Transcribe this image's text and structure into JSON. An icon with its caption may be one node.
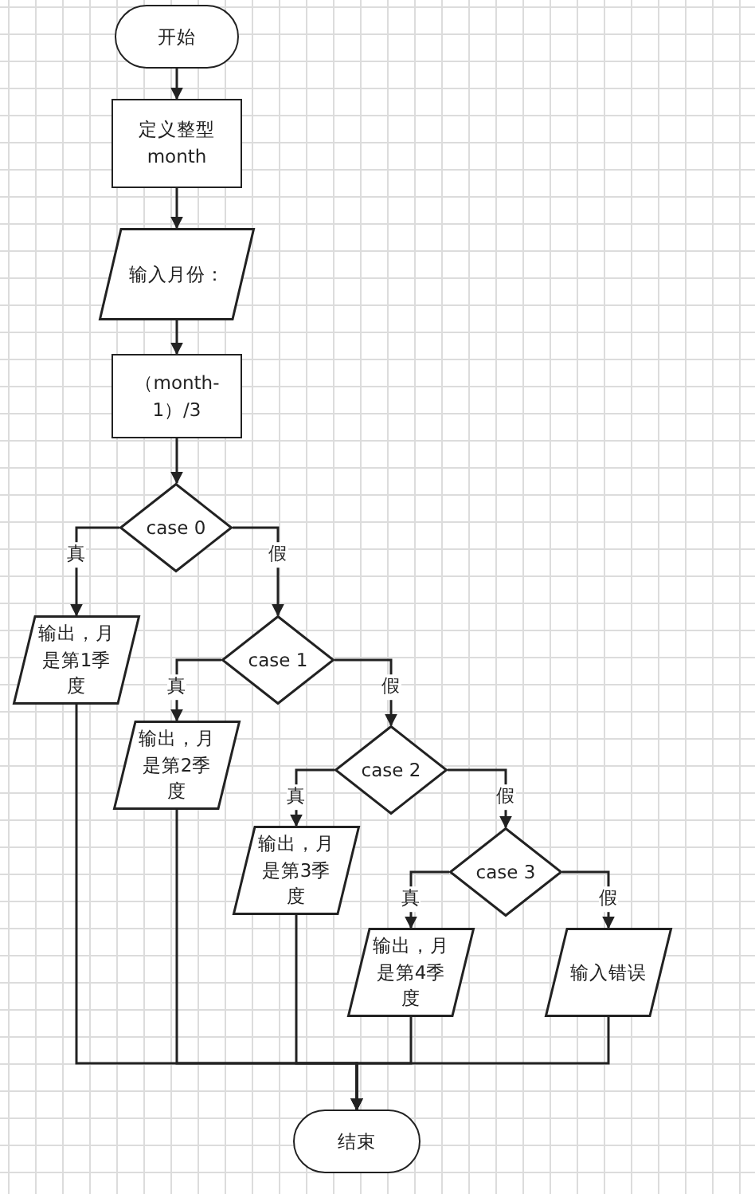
{
  "diagram": {
    "nodes": [
      {
        "text": [
          "开始"
        ]
      },
      {
        "text": [
          "定义整型 month"
        ]
      },
      {
        "text": [
          "输入月份："
        ]
      },
      {
        "text": [
          "（month-1）/3"
        ]
      },
      {
        "text": [
          "case 0"
        ]
      },
      {
        "text": [
          "输出，月是第1季度"
        ]
      },
      {
        "text": [
          "case 1"
        ]
      },
      {
        "text": [
          "输出，月是第2季度"
        ]
      },
      {
        "text": [
          "case 2"
        ]
      },
      {
        "text": [
          "输出，月是第3季度"
        ]
      },
      {
        "text": [
          "case 3"
        ]
      },
      {
        "text": [
          "输出，月是第4季度"
        ]
      },
      {
        "text": [
          "输入错误"
        ]
      },
      {
        "text": [
          "结束"
        ]
      }
    ],
    "edges": [
      {
        "from": 0,
        "to": 1,
        "arrow": "to"
      },
      {
        "from": 1,
        "to": 2,
        "arrow": "to"
      },
      {
        "from": 2,
        "to": 3,
        "arrow": "to"
      },
      {
        "from": 3,
        "to": 4,
        "arrow": "to"
      },
      {
        "from": 4,
        "to": 5,
        "arrow": "to",
        "label": "真"
      },
      {
        "from": 4,
        "to": 6,
        "arrow": "to",
        "label": "假"
      },
      {
        "from": 6,
        "to": 7,
        "arrow": "to",
        "label": "真"
      },
      {
        "from": 6,
        "to": 8,
        "arrow": "to",
        "label": "假"
      },
      {
        "from": 8,
        "to": 9,
        "arrow": "to",
        "label": "真"
      },
      {
        "from": 8,
        "to": 10,
        "arrow": "to",
        "label": "假"
      },
      {
        "from": 10,
        "to": 11,
        "arrow": "to",
        "label": "真"
      },
      {
        "from": 10,
        "to": 12,
        "arrow": "to",
        "label": "假"
      },
      {
        "from": 5,
        "to": 13,
        "arrow": "to"
      },
      {
        "from": 7,
        "to": 13,
        "arrow": "to"
      },
      {
        "from": 9,
        "to": 13,
        "arrow": "to"
      },
      {
        "from": 11,
        "to": 13,
        "arrow": "to"
      },
      {
        "from": 12,
        "to": 13,
        "arrow": "to"
      }
    ]
  }
}
